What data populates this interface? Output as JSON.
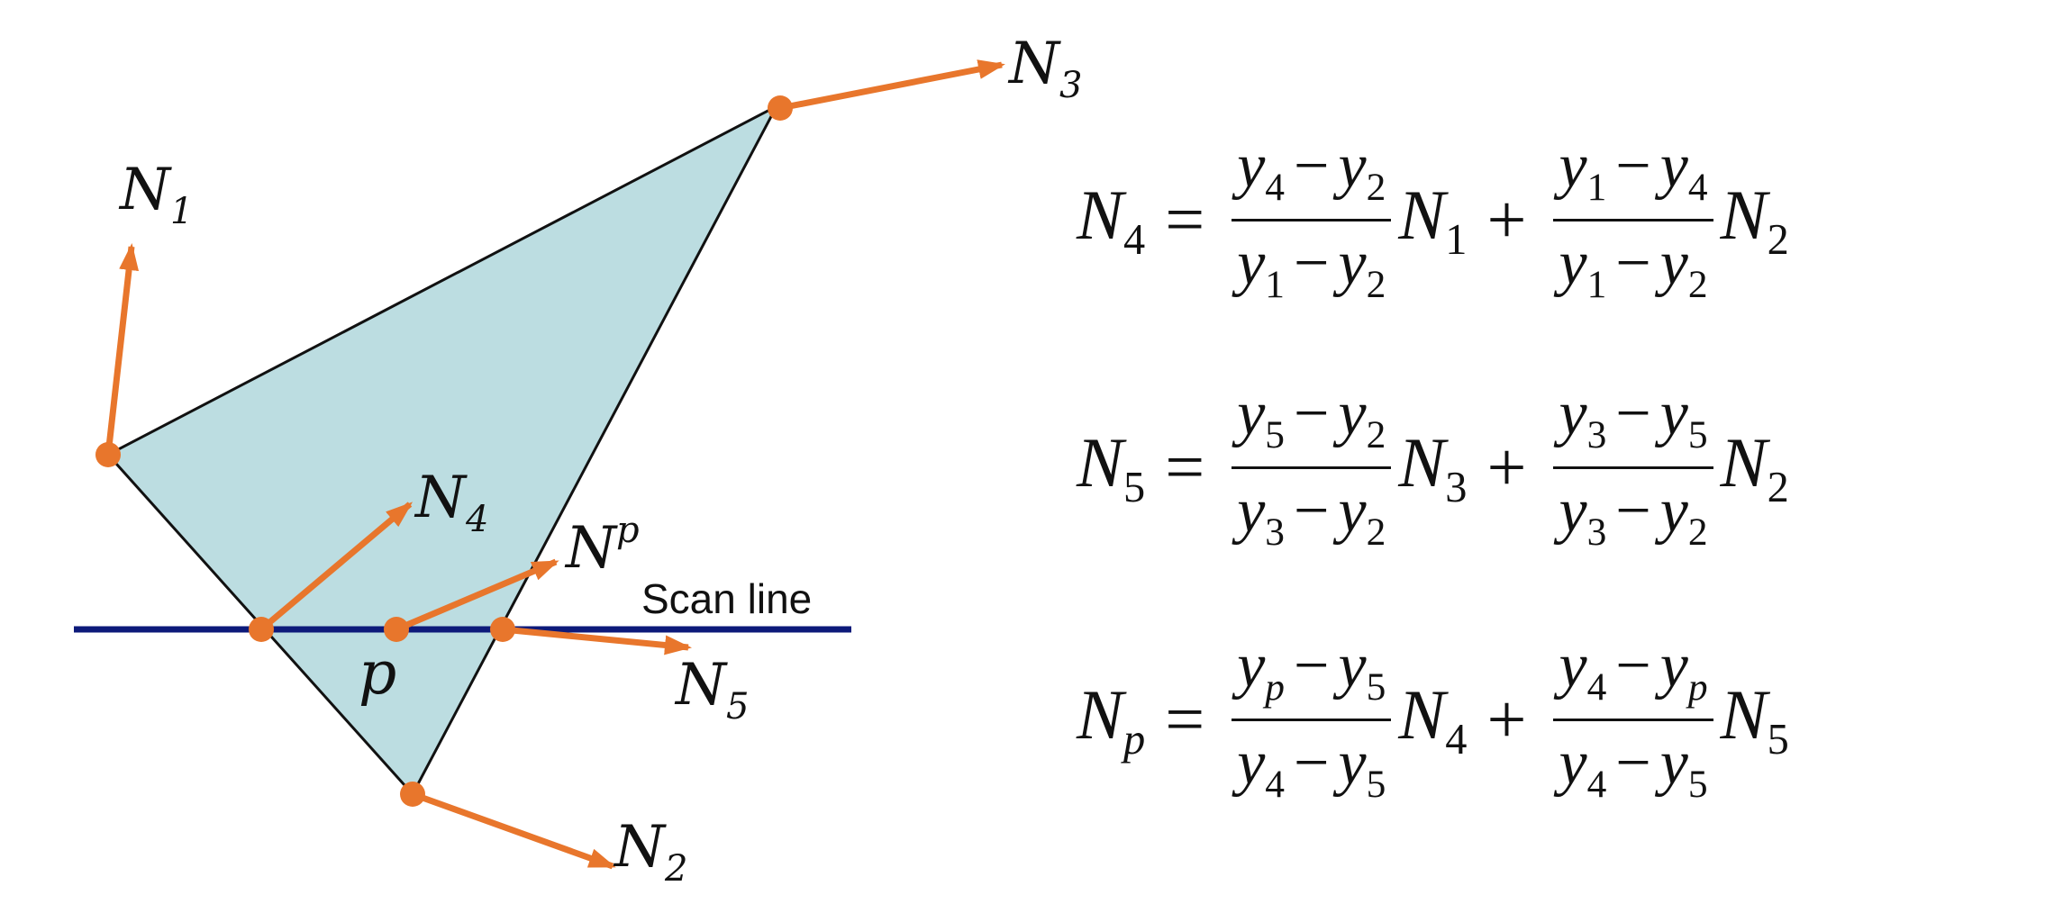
{
  "colors": {
    "triangle_fill": "#bcdde1",
    "normal": "#e8762c",
    "scan_line": "#0d1a7a",
    "edge": "#111111"
  },
  "diagram": {
    "label_N1": {
      "base": "N",
      "sub": "1"
    },
    "label_N2": {
      "base": "N",
      "sub": "2"
    },
    "label_N3": {
      "base": "N",
      "sub": "3"
    },
    "label_N4": {
      "base": "N",
      "sub": "4"
    },
    "label_N5": {
      "base": "N",
      "sub": "5"
    },
    "label_Np": {
      "base": "N",
      "sub": "p"
    },
    "label_p": "p",
    "scan_line_label": "Scan line"
  },
  "equations": [
    {
      "lhs": {
        "base": "N",
        "sub": "4"
      },
      "t1_num": [
        "y",
        "4",
        "y",
        "2"
      ],
      "t1_den": [
        "y",
        "1",
        "y",
        "2"
      ],
      "t1_mult": {
        "base": "N",
        "sub": "1"
      },
      "t2_num": [
        "y",
        "1",
        "y",
        "4"
      ],
      "t2_den": [
        "y",
        "1",
        "y",
        "2"
      ],
      "t2_mult": {
        "base": "N",
        "sub": "2"
      }
    },
    {
      "lhs": {
        "base": "N",
        "sub": "5"
      },
      "t1_num": [
        "y",
        "5",
        "y",
        "2"
      ],
      "t1_den": [
        "y",
        "3",
        "y",
        "2"
      ],
      "t1_mult": {
        "base": "N",
        "sub": "3"
      },
      "t2_num": [
        "y",
        "3",
        "y",
        "5"
      ],
      "t2_den": [
        "y",
        "3",
        "y",
        "2"
      ],
      "t2_mult": {
        "base": "N",
        "sub": "2"
      }
    },
    {
      "lhs": {
        "base": "N",
        "sub": "p"
      },
      "t1_num": [
        "y",
        "p",
        "y",
        "5"
      ],
      "t1_den": [
        "y",
        "4",
        "y",
        "5"
      ],
      "t1_mult": {
        "base": "N",
        "sub": "4"
      },
      "t2_num": [
        "y",
        "4",
        "y",
        "p"
      ],
      "t2_den": [
        "y",
        "4",
        "y",
        "5"
      ],
      "t2_mult": {
        "base": "N",
        "sub": "5"
      }
    }
  ],
  "symbols": {
    "equals": "=",
    "plus": "+",
    "minus": "−"
  }
}
